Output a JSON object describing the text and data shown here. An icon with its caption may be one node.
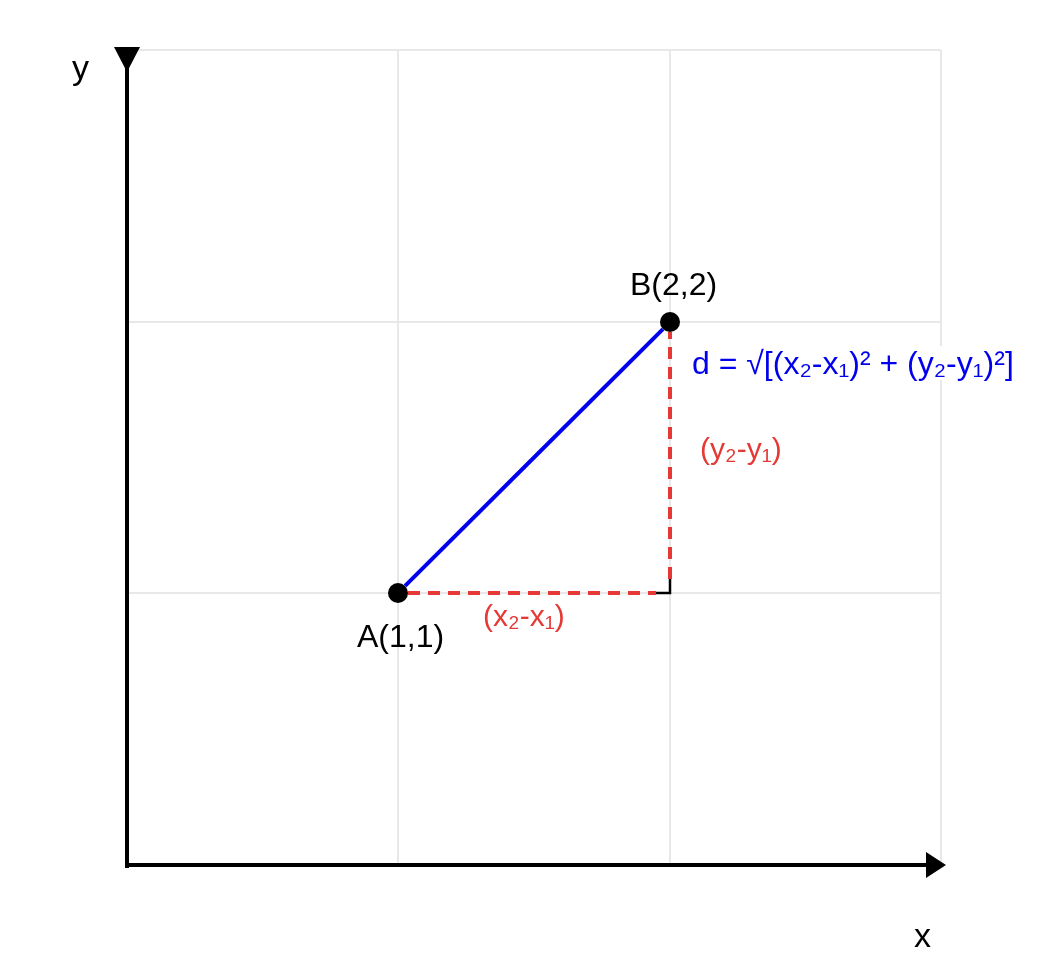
{
  "diagram": {
    "nodes": [
      {
        "text": [
          "B(2,2)"
        ]
      },
      {
        "text": [
          "A(1,1)"
        ]
      },
      {
        "text": [],
        "shape": "corner"
      }
    ],
    "edges": [
      {
        "from": 1,
        "to": 0,
        "arrow": "none",
        "label": "d = √[(x₂-x₁)² + (y₂-y₁)²]",
        "color": "#0000ee"
      },
      {
        "from": 1,
        "to": 2,
        "arrow": "none",
        "label": "(x₂-x₁)",
        "style": "dashed",
        "color": "#e53935"
      },
      {
        "from": 2,
        "to": 0,
        "arrow": "none",
        "label": "(y₂-y₁)",
        "style": "dashed",
        "color": "#e53935"
      }
    ],
    "labels": [
      "y",
      "x"
    ]
  }
}
